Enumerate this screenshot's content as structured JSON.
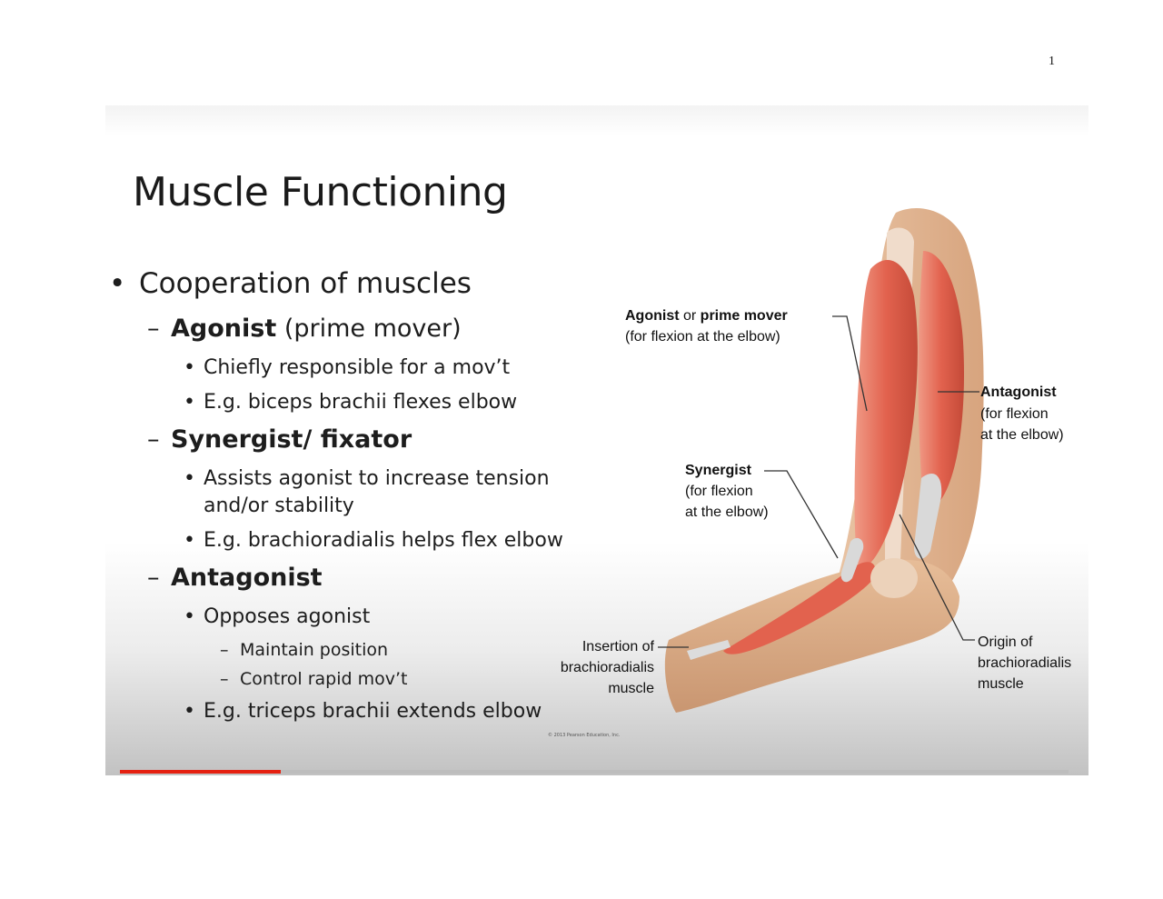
{
  "page_number": "1",
  "slide": {
    "title": "Muscle Functioning",
    "bullets": {
      "b1": "Cooperation of muscles",
      "agonist_term": "Agonist",
      "agonist_rest": " (prime mover)",
      "agonist_sub1": "Chiefly responsible for a mov’t",
      "agonist_sub2": "E.g. biceps brachii flexes elbow",
      "synergist_term": "Synergist/ fixator",
      "synergist_sub1_a": "Assists agonist to increase tension",
      "synergist_sub1_b": "and/or stability",
      "synergist_sub2": "E.g. brachioradialis helps flex elbow",
      "antagonist_term": "Antagonist",
      "antagonist_sub1": "Opposes agonist",
      "antagonist_sub1a": "Maintain position",
      "antagonist_sub1b": "Control rapid mov’t",
      "antagonist_sub2": "E.g. triceps brachii extends elbow"
    },
    "progress": 0.17
  },
  "figure": {
    "agonist_bold1": "Agonist",
    "agonist_or": " or ",
    "agonist_bold2": "prime mover",
    "agonist_line2": "(for flexion at the elbow)",
    "antagonist_bold": "Antagonist",
    "antagonist_line2": "(for flexion",
    "antagonist_line3": "at the elbow)",
    "synergist_bold": "Synergist",
    "synergist_line2": "(for flexion",
    "synergist_line3": "at the elbow)",
    "insertion_line1": "Insertion of",
    "insertion_line2": "brachioradialis",
    "insertion_line3": "muscle",
    "origin_line1": "Origin of",
    "origin_line2": "brachioradialis",
    "origin_line3": "muscle",
    "copyright": "© 2013 Pearson Education, Inc."
  },
  "colors": {
    "muscle": "#e8735f",
    "bone": "#e4c3a4",
    "tendon": "#dcdcdc",
    "progress": "#e52010"
  }
}
